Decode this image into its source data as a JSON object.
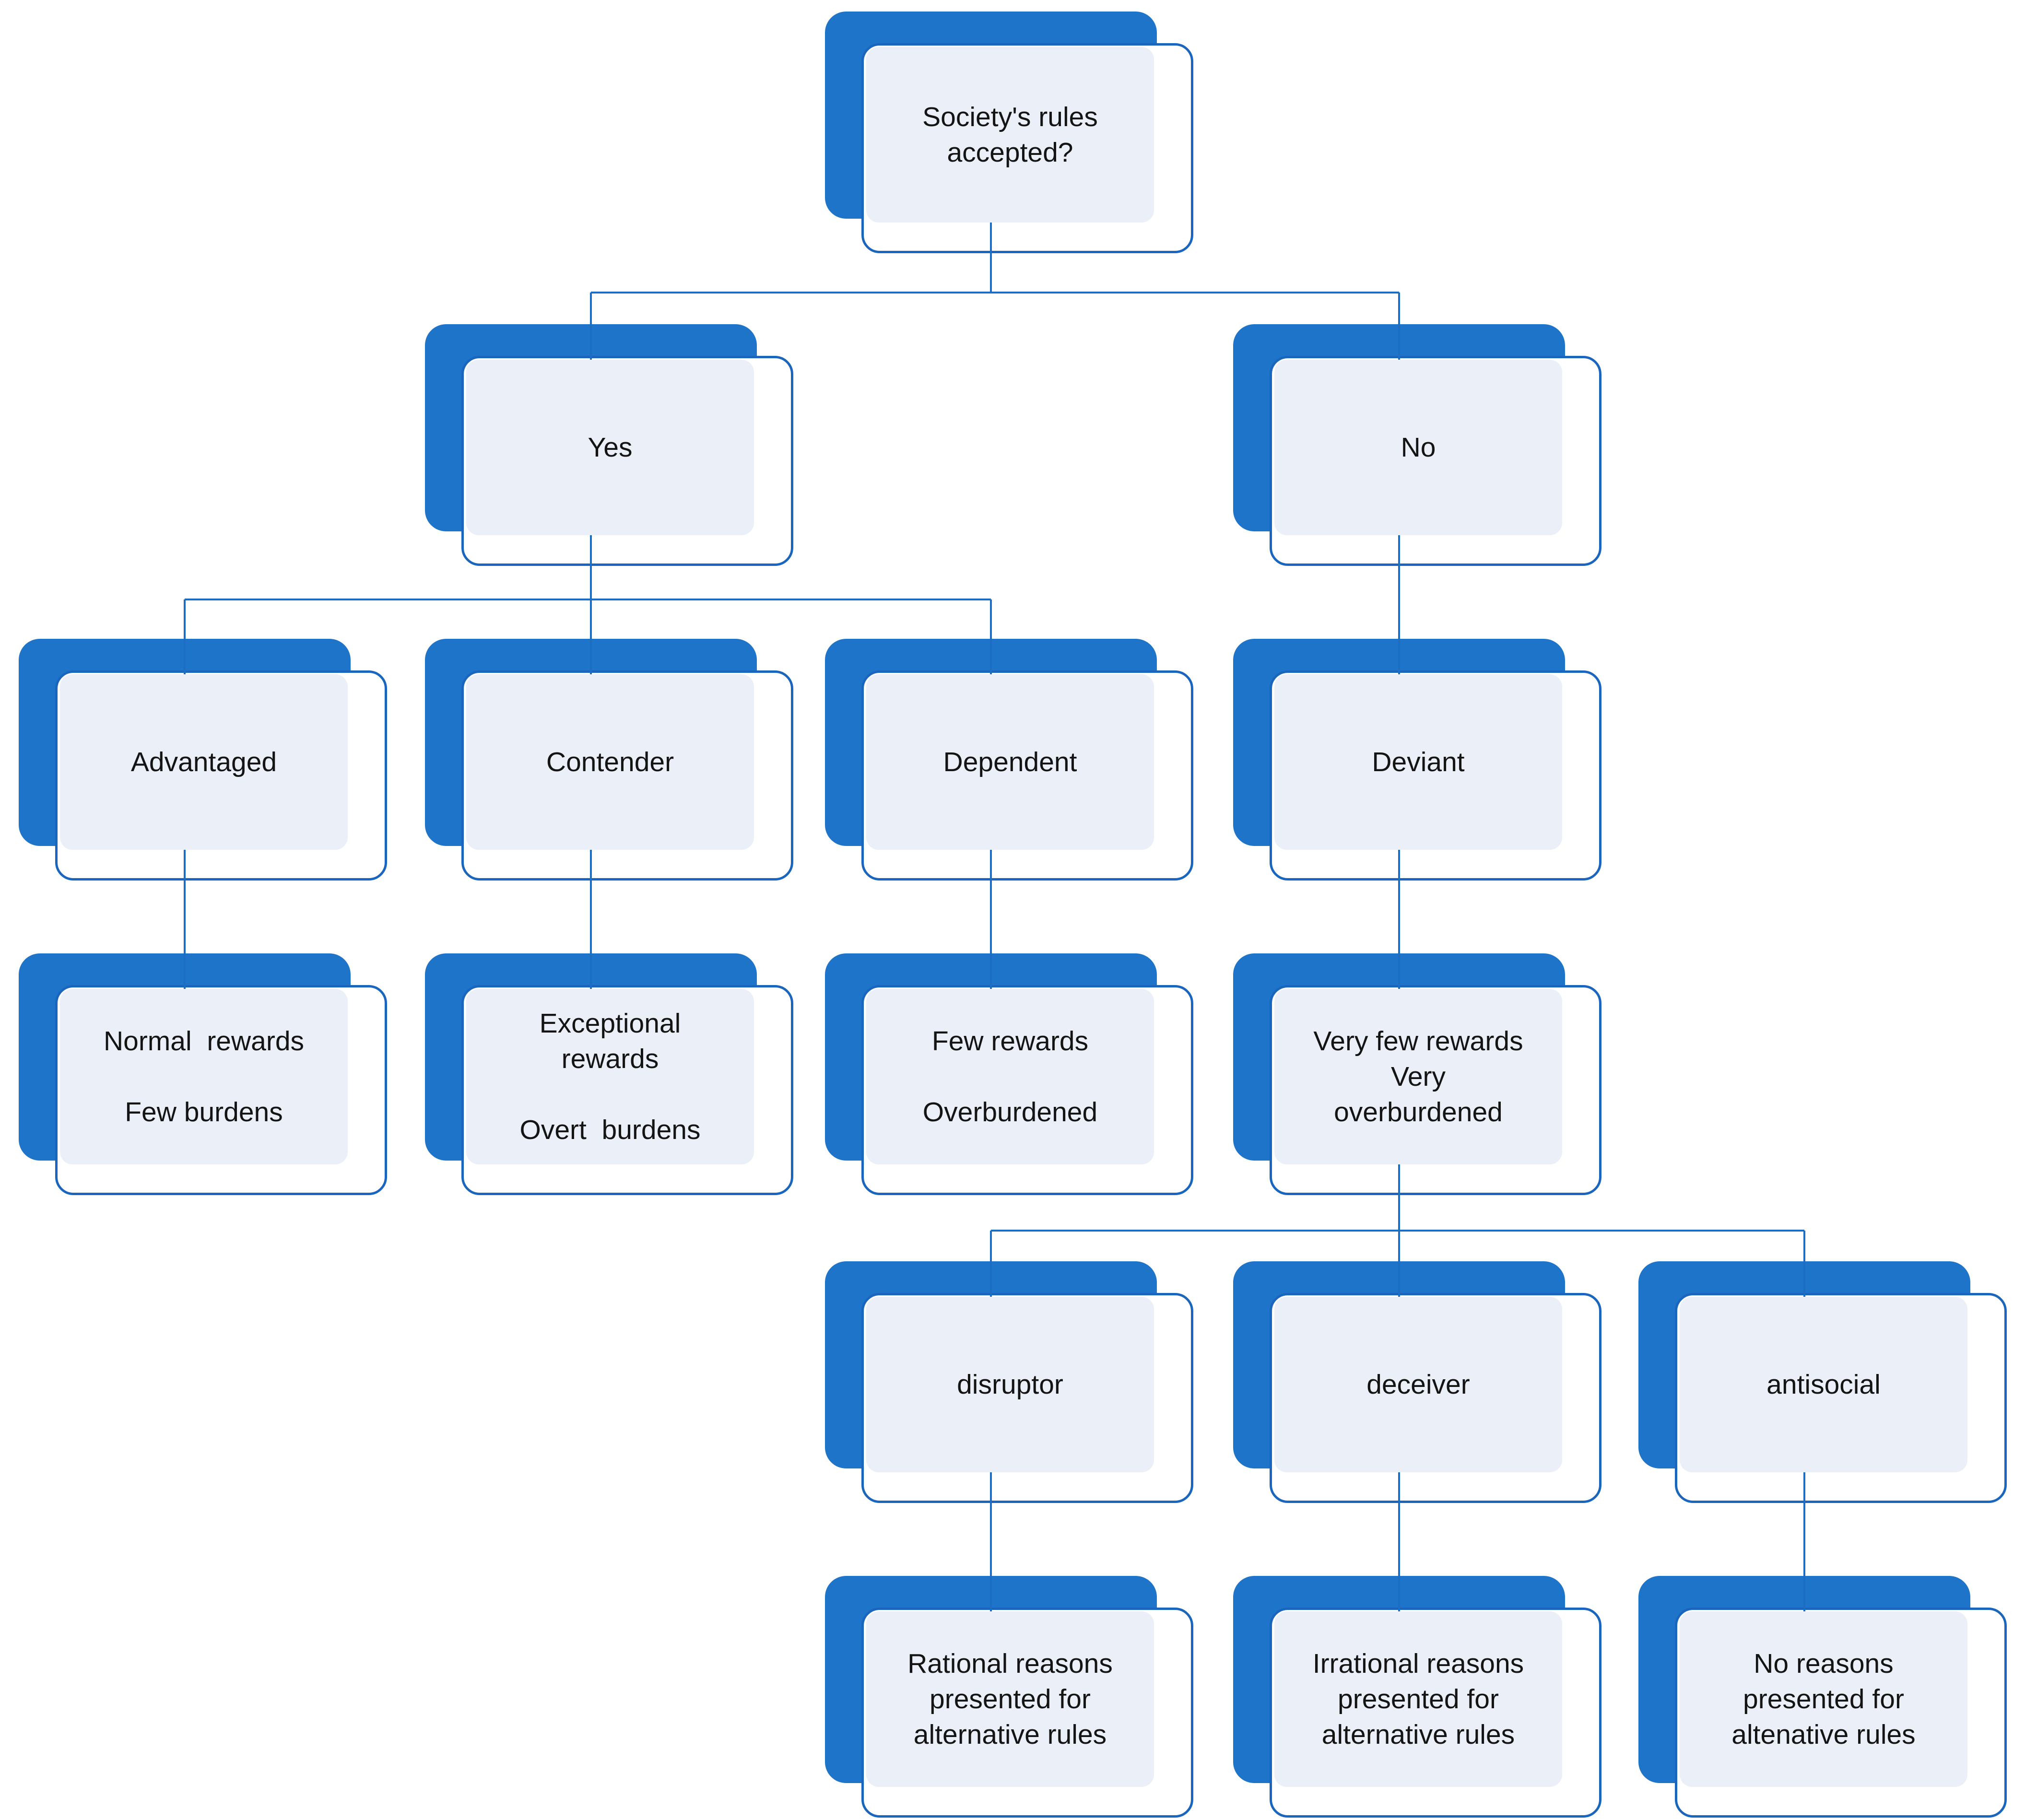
{
  "diagram": {
    "type": "decision-tree",
    "colors": {
      "shape_blue": "#1e74c9",
      "outline_blue": "#1a66bf",
      "connector_blue": "#1b6ec4",
      "panel_fill": "#eaeff8",
      "text": "#141414",
      "background": "#ffffff"
    },
    "nodes": {
      "root": {
        "label": "Society's rules\naccepted?"
      },
      "yes": {
        "label": "Yes"
      },
      "no": {
        "label": "No"
      },
      "advantaged": {
        "label": "Advantaged"
      },
      "contender": {
        "label": "Contender"
      },
      "dependent": {
        "label": "Dependent"
      },
      "deviant": {
        "label": "Deviant"
      },
      "advantaged_desc": {
        "label": "Normal  rewards\n\nFew burdens"
      },
      "contender_desc": {
        "label": "Exceptional\nrewards\n\nOvert  burdens"
      },
      "dependent_desc": {
        "label": "Few rewards\n\nOverburdened"
      },
      "deviant_desc": {
        "label": "Very few rewards\nVery\noverburdened"
      },
      "disruptor": {
        "label": "disruptor"
      },
      "deceiver": {
        "label": "deceiver"
      },
      "antisocial": {
        "label": "antisocial"
      },
      "disruptor_desc": {
        "label": "Rational reasons\npresented for\nalternative rules"
      },
      "deceiver_desc": {
        "label": "Irrational reasons\npresented for\nalternative rules"
      },
      "antisocial_desc": {
        "label": "No reasons\npresented for\naltenative rules"
      }
    },
    "edges": [
      [
        "root",
        "yes"
      ],
      [
        "root",
        "no"
      ],
      [
        "yes",
        "advantaged"
      ],
      [
        "yes",
        "contender"
      ],
      [
        "yes",
        "dependent"
      ],
      [
        "no",
        "deviant"
      ],
      [
        "advantaged",
        "advantaged_desc"
      ],
      [
        "contender",
        "contender_desc"
      ],
      [
        "dependent",
        "dependent_desc"
      ],
      [
        "deviant",
        "deviant_desc"
      ],
      [
        "deviant_desc",
        "disruptor"
      ],
      [
        "deviant_desc",
        "deceiver"
      ],
      [
        "deviant_desc",
        "antisocial"
      ],
      [
        "disruptor",
        "disruptor_desc"
      ],
      [
        "deceiver",
        "deceiver_desc"
      ],
      [
        "antisocial",
        "antisocial_desc"
      ]
    ]
  }
}
